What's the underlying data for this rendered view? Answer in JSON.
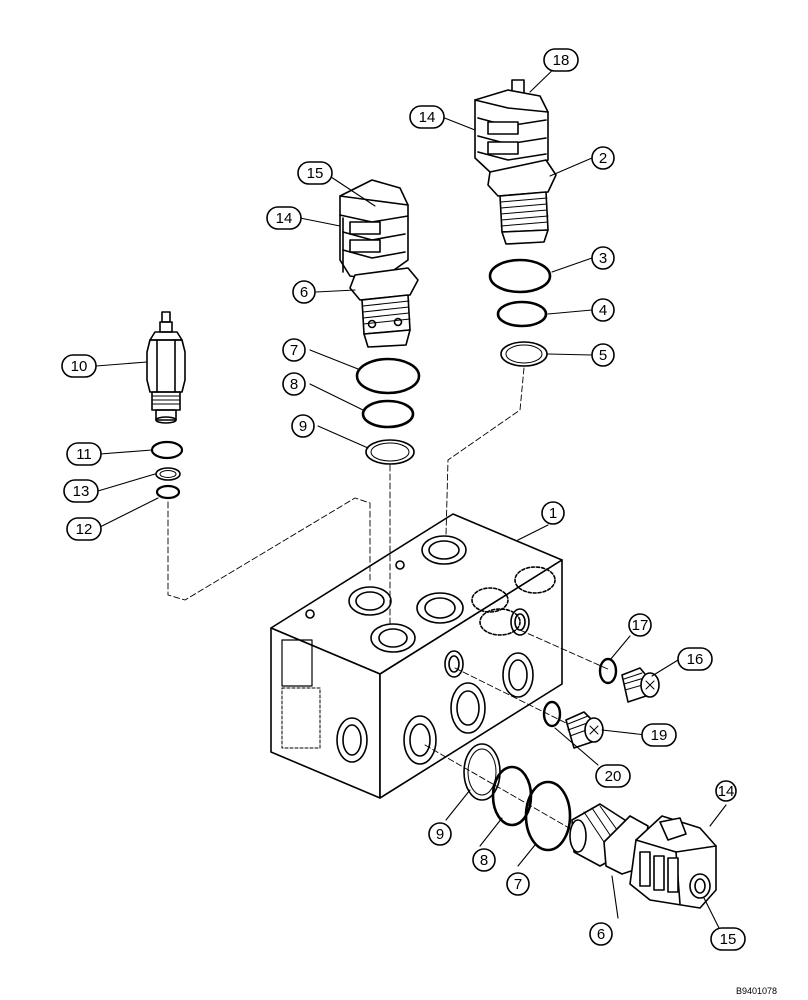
{
  "callouts": [
    {
      "id": "c1",
      "label": "1"
    },
    {
      "id": "c2",
      "label": "2"
    },
    {
      "id": "c3",
      "label": "3"
    },
    {
      "id": "c4",
      "label": "4"
    },
    {
      "id": "c5",
      "label": "5"
    },
    {
      "id": "c6a",
      "label": "6"
    },
    {
      "id": "c6b",
      "label": "6"
    },
    {
      "id": "c7a",
      "label": "7"
    },
    {
      "id": "c7b",
      "label": "7"
    },
    {
      "id": "c8a",
      "label": "8"
    },
    {
      "id": "c8b",
      "label": "8"
    },
    {
      "id": "c9a",
      "label": "9"
    },
    {
      "id": "c9b",
      "label": "9"
    },
    {
      "id": "c10",
      "label": "10"
    },
    {
      "id": "c11",
      "label": "11"
    },
    {
      "id": "c12",
      "label": "12"
    },
    {
      "id": "c13",
      "label": "13"
    },
    {
      "id": "c14a",
      "label": "14"
    },
    {
      "id": "c14b",
      "label": "14"
    },
    {
      "id": "c14c",
      "label": "14"
    },
    {
      "id": "c15a",
      "label": "15"
    },
    {
      "id": "c15b",
      "label": "15"
    },
    {
      "id": "c16",
      "label": "16"
    },
    {
      "id": "c17",
      "label": "17"
    },
    {
      "id": "c18",
      "label": "18"
    },
    {
      "id": "c19",
      "label": "19"
    },
    {
      "id": "c20",
      "label": "20"
    }
  ],
  "drawing_code": "B9401078"
}
